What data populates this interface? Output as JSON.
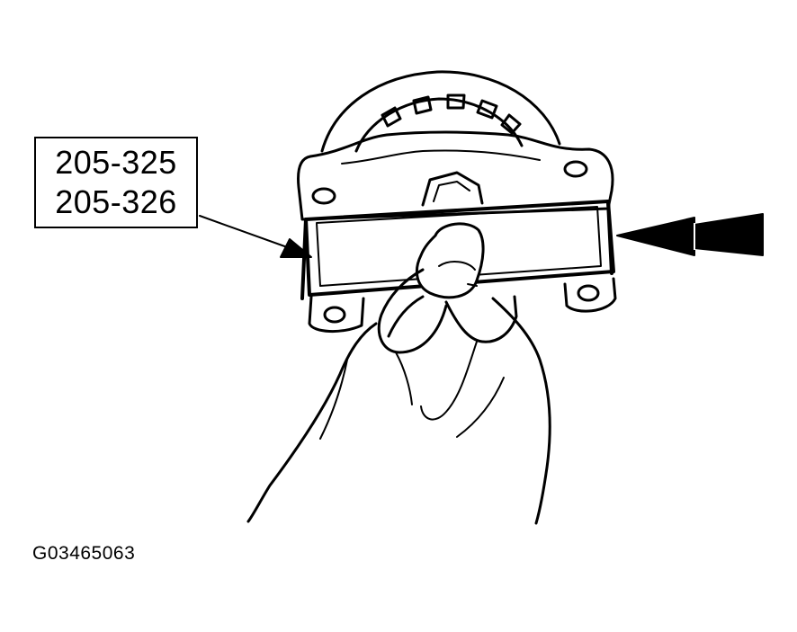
{
  "callout": {
    "tool_numbers": [
      "205-325",
      "205-326"
    ]
  },
  "figure_code": "G03465063",
  "colors": {
    "ink": "#000000",
    "paper": "#ffffff"
  }
}
